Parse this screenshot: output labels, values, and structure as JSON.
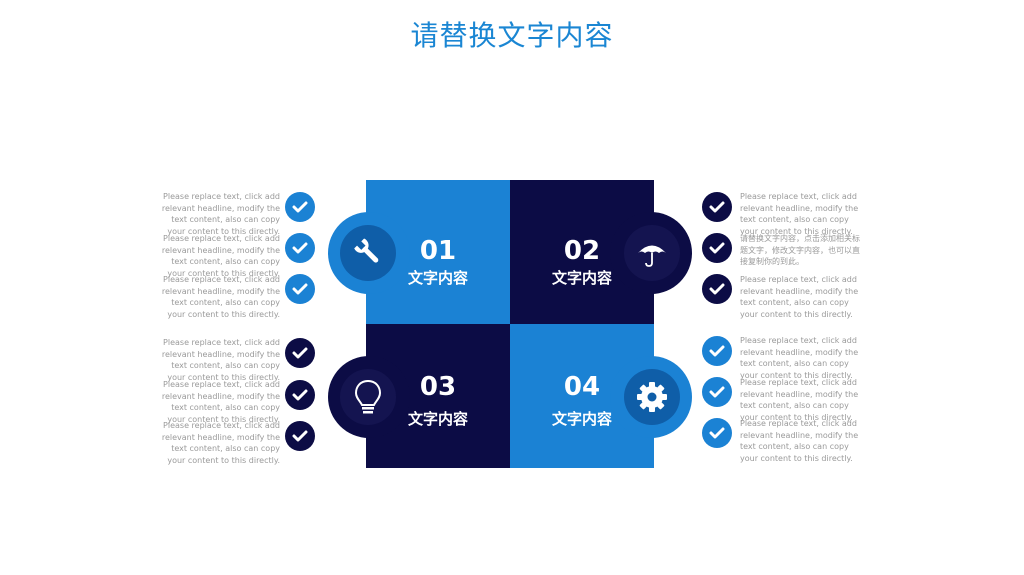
{
  "title": "请替换文字内容",
  "quadrants": [
    {
      "number": "01",
      "label": "文字内容",
      "icon": "wrench-icon"
    },
    {
      "number": "02",
      "label": "文字内容",
      "icon": "umbrella-icon"
    },
    {
      "number": "03",
      "label": "文字内容",
      "icon": "lightbulb-icon"
    },
    {
      "number": "04",
      "label": "文字内容",
      "icon": "gear-icon"
    }
  ],
  "left_notes": [
    "Please replace text, click add relevant headline, modify the text content, also can copy your content to this directly.",
    "Please replace text, click add relevant headline, modify the text content, also can copy your content to this directly.",
    "Please replace text, click add relevant headline, modify the text content, also can copy your content to this directly.",
    "Please replace text, click add relevant headline, modify the text content, also can copy your content to this directly.",
    "Please replace text, click add relevant headline, modify the text content, also can copy your content to this directly.",
    "Please replace text, click add relevant headline, modify the text content, also can copy your content to this directly."
  ],
  "right_notes": [
    "Please replace text, click add relevant headline, modify the text content, also can copy your content to this directly.",
    "请替换文字内容，点击添加相关标题文字，修改文字内容，也可以直接复制你的到此。",
    "Please replace text, click add relevant headline, modify the text content, also can copy your content to this directly.",
    "Please replace text, click add relevant headline, modify the text content, also can copy your content to this directly.",
    "Please replace text, click add relevant headline, modify the text content, also can copy your content to this directly.",
    "Please replace text, click add relevant headline, modify the text content, also can copy your content to this directly."
  ],
  "colors": {
    "light_blue": "#1b82d4",
    "navy": "#0c0c45",
    "title_blue": "#1a86d3",
    "note_gray": "#9a9a9a"
  }
}
